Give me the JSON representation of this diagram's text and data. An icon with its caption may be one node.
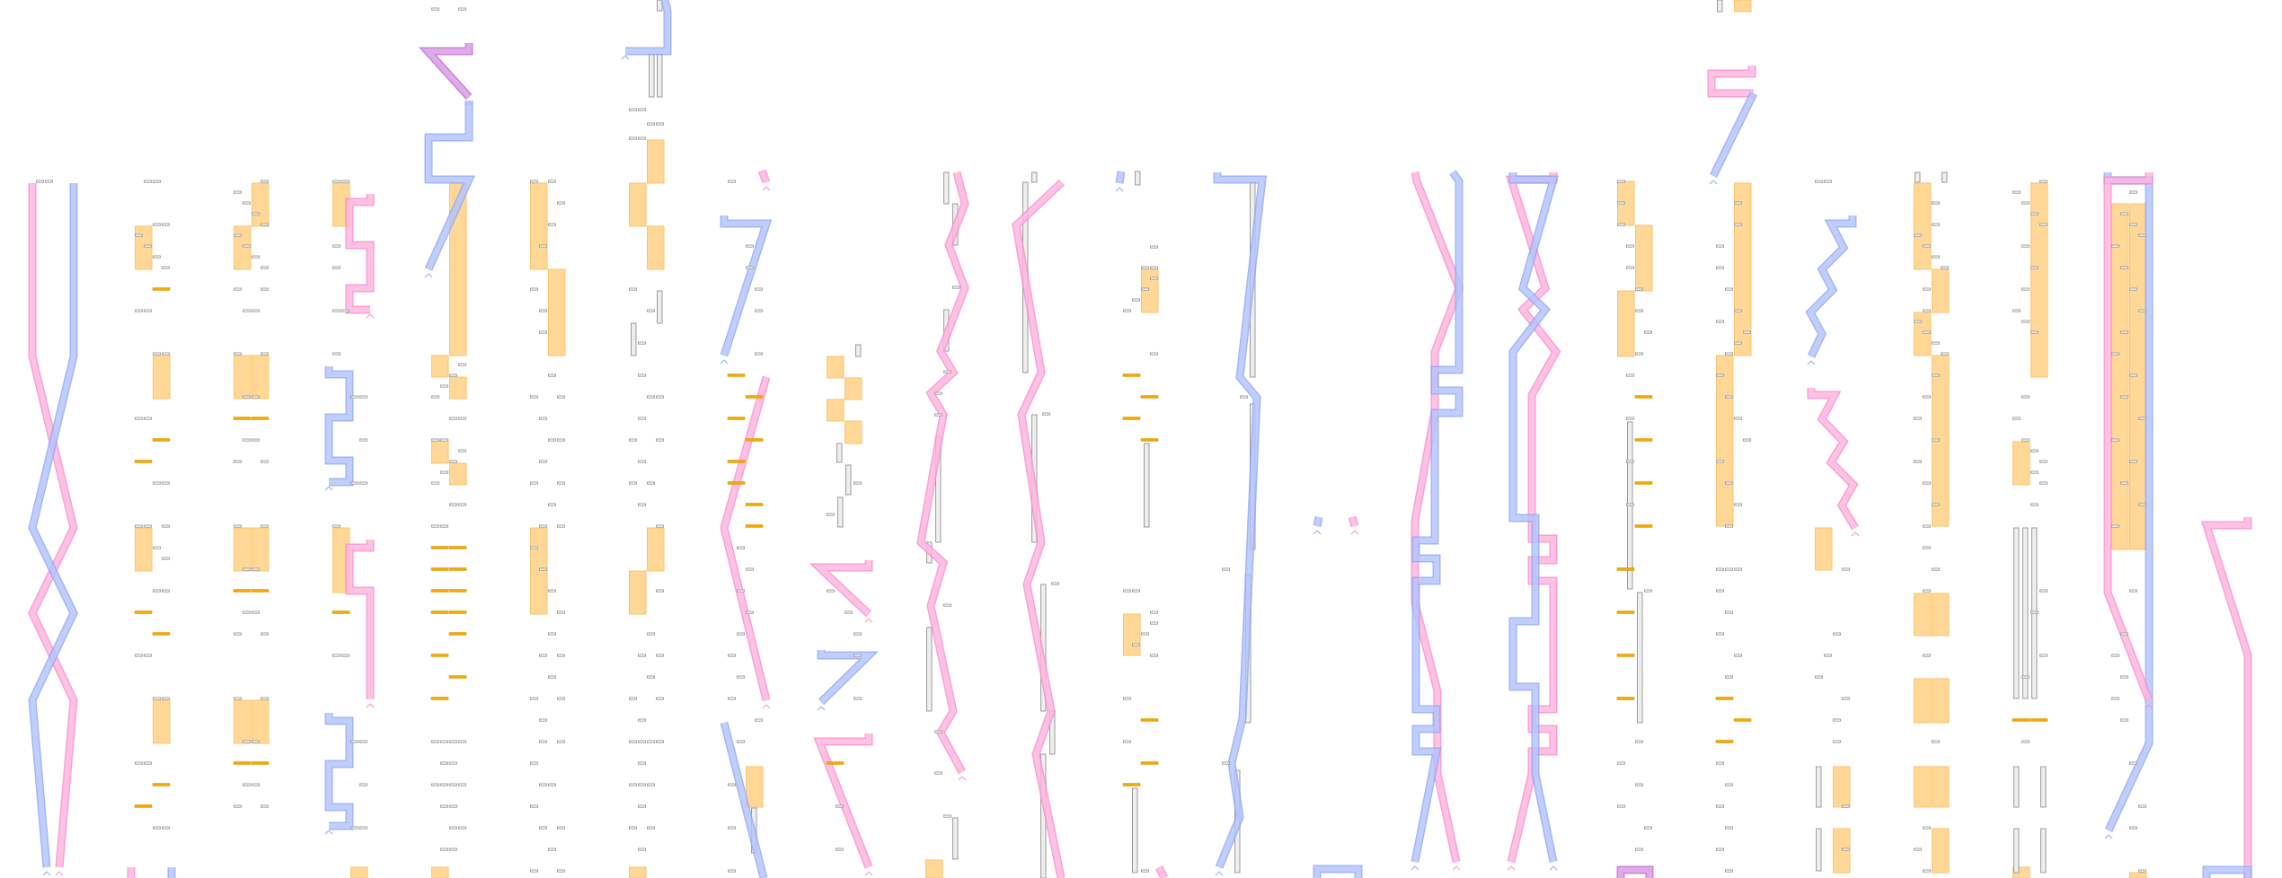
{
  "diagram": {
    "nodes": [
      {
        "text": [],
        "shape": "bar"
      },
      {
        "text": [],
        "shape": "bar"
      },
      {
        "text": [],
        "shape": "bar"
      },
      {
        "text": [],
        "shape": "bar"
      },
      {
        "text": [],
        "shape": "bar"
      },
      {
        "text": [],
        "shape": "bar"
      },
      {
        "text": [],
        "shape": "bar"
      },
      {
        "text": [],
        "shape": "bar"
      },
      {
        "text": [],
        "shape": "bar"
      },
      {
        "text": [],
        "shape": "bar"
      },
      {
        "text": [],
        "shape": "bar"
      },
      {
        "text": [],
        "shape": "bar"
      },
      {
        "text": [],
        "shape": "bar"
      },
      {
        "text": [],
        "shape": "bar"
      },
      {
        "text": [],
        "shape": "bar"
      },
      {
        "text": [],
        "shape": "bar"
      },
      {
        "text": [],
        "shape": "bar"
      },
      {
        "text": [],
        "shape": "bar"
      },
      {
        "text": [],
        "shape": "bar"
      },
      {
        "text": [],
        "shape": "bar"
      },
      {
        "text": [],
        "shape": "bar"
      },
      {
        "text": [],
        "shape": "bar"
      },
      {
        "text": [],
        "shape": "bar"
      },
      {
        "text": [],
        "shape": "bar"
      },
      {
        "text": [],
        "shape": "bar"
      },
      {
        "text": [],
        "shape": "bar"
      },
      {
        "text": [],
        "shape": "bar"
      },
      {
        "text": [],
        "shape": "bar"
      },
      {
        "text": [],
        "shape": "bar"
      },
      {
        "text": [],
        "shape": "bar"
      },
      {
        "text": [],
        "shape": "bar"
      },
      {
        "text": [],
        "shape": "bar"
      },
      {
        "text": [],
        "shape": "bar"
      },
      {
        "text": [],
        "shape": "bar"
      },
      {
        "text": [],
        "shape": "bar"
      },
      {
        "text": [],
        "shape": "bar"
      },
      {
        "text": [],
        "shape": "bar"
      },
      {
        "text": [],
        "shape": "bar"
      },
      {
        "text": [],
        "shape": "bar"
      },
      {
        "text": [],
        "shape": "bar"
      },
      {
        "text": [],
        "shape": "bar"
      },
      {
        "text": [],
        "shape": "bar"
      },
      {
        "text": [],
        "shape": "bar"
      },
      {
        "text": [],
        "shape": "bar"
      },
      {
        "text": [],
        "shape": "bar"
      },
      {
        "text": [],
        "shape": "bar"
      },
      {
        "text": [],
        "shape": "bar"
      },
      {
        "text": [],
        "shape": "bar"
      },
      {
        "text": [],
        "shape": "bar"
      },
      {
        "text": [],
        "shape": "bar"
      },
      {
        "text": [],
        "shape": "bar"
      },
      {
        "text": [],
        "shape": "bar"
      },
      {
        "text": [],
        "shape": "bar"
      },
      {
        "text": [],
        "shape": "bar"
      },
      {
        "text": [],
        "shape": "bar"
      },
      {
        "text": [],
        "shape": "bar"
      },
      {
        "text": [],
        "shape": "bar"
      },
      {
        "text": [],
        "shape": "bar"
      },
      {
        "text": [],
        "shape": "bar"
      },
      {
        "text": [],
        "shape": "bar"
      },
      {
        "text": [],
        "shape": "bar"
      },
      {
        "text": [],
        "shape": "bar"
      },
      {
        "text": [],
        "shape": "bar"
      },
      {
        "text": [],
        "shape": "bar"
      }
    ]
  }
}
